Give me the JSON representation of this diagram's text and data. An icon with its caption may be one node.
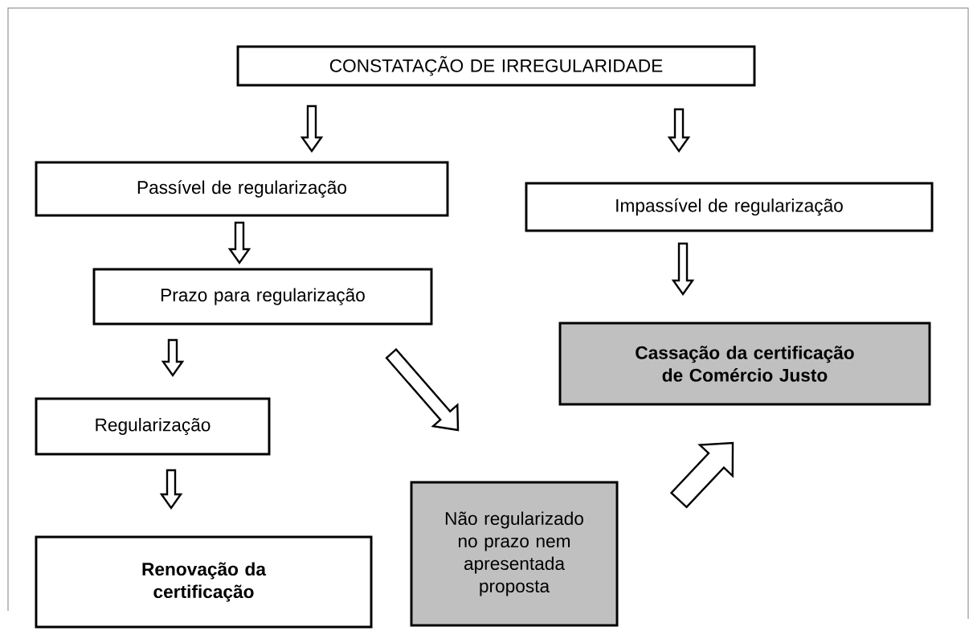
{
  "diagram": {
    "nodes": [
      {
        "text": [
          "CONSTATAÇÃO DE IRREGULARIDADE"
        ]
      },
      {
        "text": [
          "Passível de regularização"
        ]
      },
      {
        "text": [
          "Impassível de regularização"
        ]
      },
      {
        "text": [
          "Prazo para regularização"
        ]
      },
      {
        "text": [
          "Cassação da certificação de Comércio Justo"
        ]
      },
      {
        "text": [
          "Regularização"
        ]
      },
      {
        "text": [
          "Não regularizado no prazo nem apresentada proposta"
        ]
      },
      {
        "text": [
          "Renovação da certificação"
        ]
      }
    ],
    "edges": [
      {
        "from": 0,
        "to": 1,
        "arrow": "to"
      },
      {
        "from": 0,
        "to": 2,
        "arrow": "to"
      },
      {
        "from": 1,
        "to": 3,
        "arrow": "to"
      },
      {
        "from": 2,
        "to": 4,
        "arrow": "to"
      },
      {
        "from": 3,
        "to": 5,
        "arrow": "to"
      },
      {
        "from": 3,
        "to": 6,
        "arrow": "to"
      },
      {
        "from": 5,
        "to": 7,
        "arrow": "to"
      },
      {
        "from": 6,
        "to": 4,
        "arrow": "to"
      }
    ]
  }
}
